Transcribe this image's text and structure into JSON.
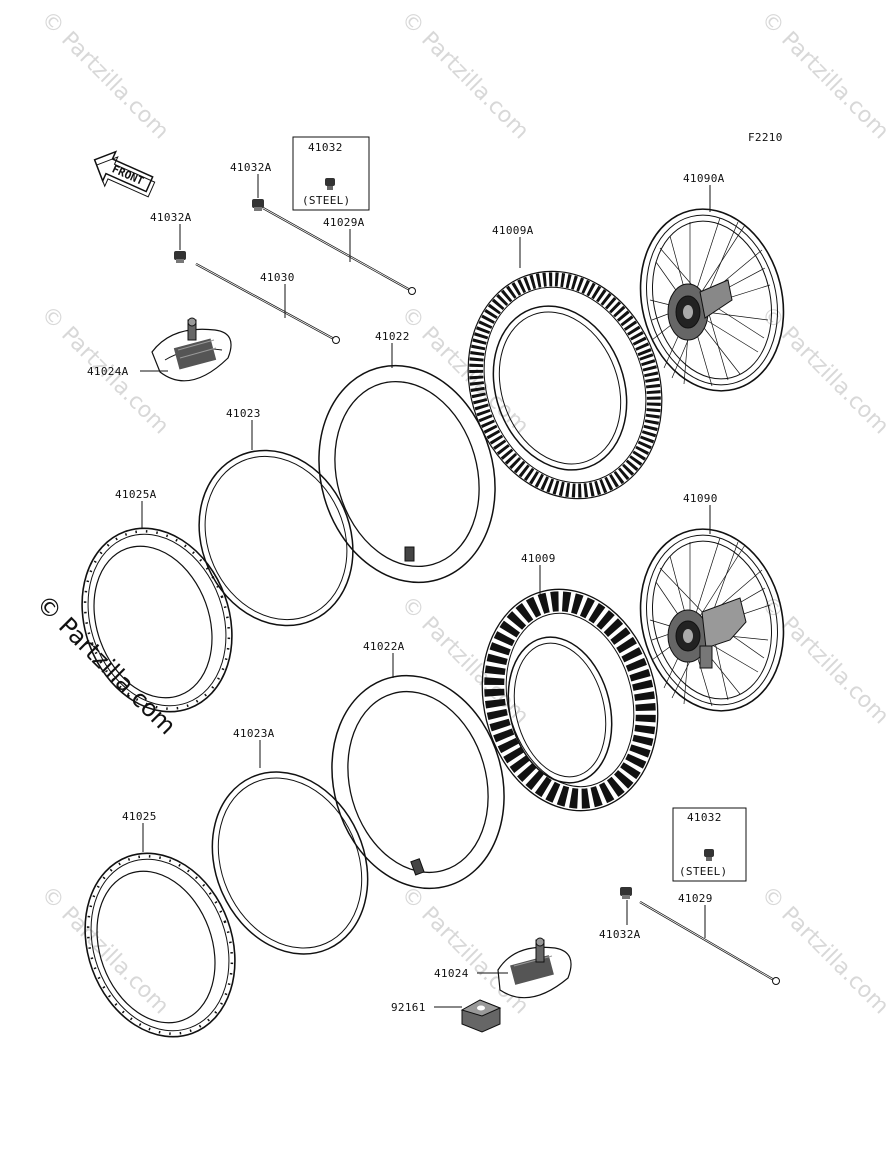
{
  "diagram": {
    "figure_code": "F2210",
    "direction_label": "FRONT",
    "watermark": "© Partzilla.com",
    "parts": {
      "front_wheel_assembly": "41090A",
      "front_tire": "41009A",
      "front_tube": "41022",
      "front_rim_band": "41023",
      "front_rim": "41025A",
      "front_rim_lock": "41024A",
      "front_spoke_41030": "41030",
      "front_spoke_41029a": "41029A",
      "front_nipple_left": "41032A",
      "front_nipple_upper": "41032A",
      "front_steel_nipple": "41032",
      "rear_wheel_assembly": "41090",
      "rear_tire": "41009",
      "rear_tube": "41022A",
      "rear_rim_band": "41023A",
      "rear_rim": "41025",
      "rear_rim_lock": "41024",
      "rear_rim_lock_nut": "92161",
      "rear_spoke": "41029",
      "rear_nipple": "41032A",
      "rear_steel_nipple": "41032"
    },
    "steel_note": "(STEEL)"
  }
}
